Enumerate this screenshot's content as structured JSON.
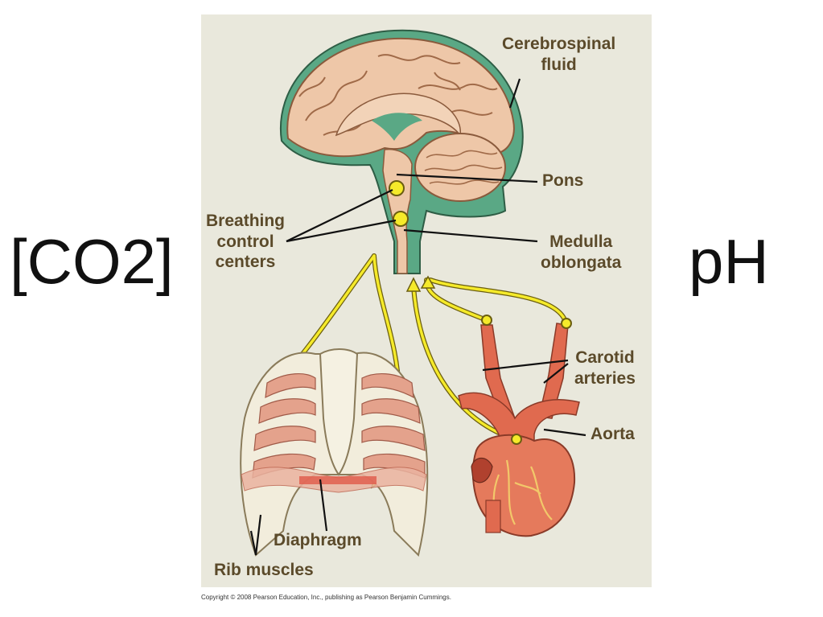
{
  "side": {
    "left": "[CO2]",
    "right": "pH"
  },
  "labels": {
    "csf": [
      "Cerebrospinal",
      "fluid"
    ],
    "pons": "Pons",
    "breathing": [
      "Breathing",
      "control",
      "centers"
    ],
    "medulla": [
      "Medulla",
      "oblongata"
    ],
    "carotid": [
      "Carotid",
      "arteries"
    ],
    "aorta": "Aorta",
    "diaphragm": "Diaphragm",
    "rib_muscles": "Rib muscles"
  },
  "copyright": "Copyright © 2008 Pearson Education, Inc., publishing as Pearson Benjamin Cummings.",
  "colors": {
    "background": "#e9e8dc",
    "label_text": "#5b4a2a",
    "csf_green": "#5aa885",
    "brain": "#eec7a8",
    "nerve_yellow": "#f5ea2a",
    "artery": "#e06a4f",
    "rib_muscle": "#e4a28c"
  }
}
